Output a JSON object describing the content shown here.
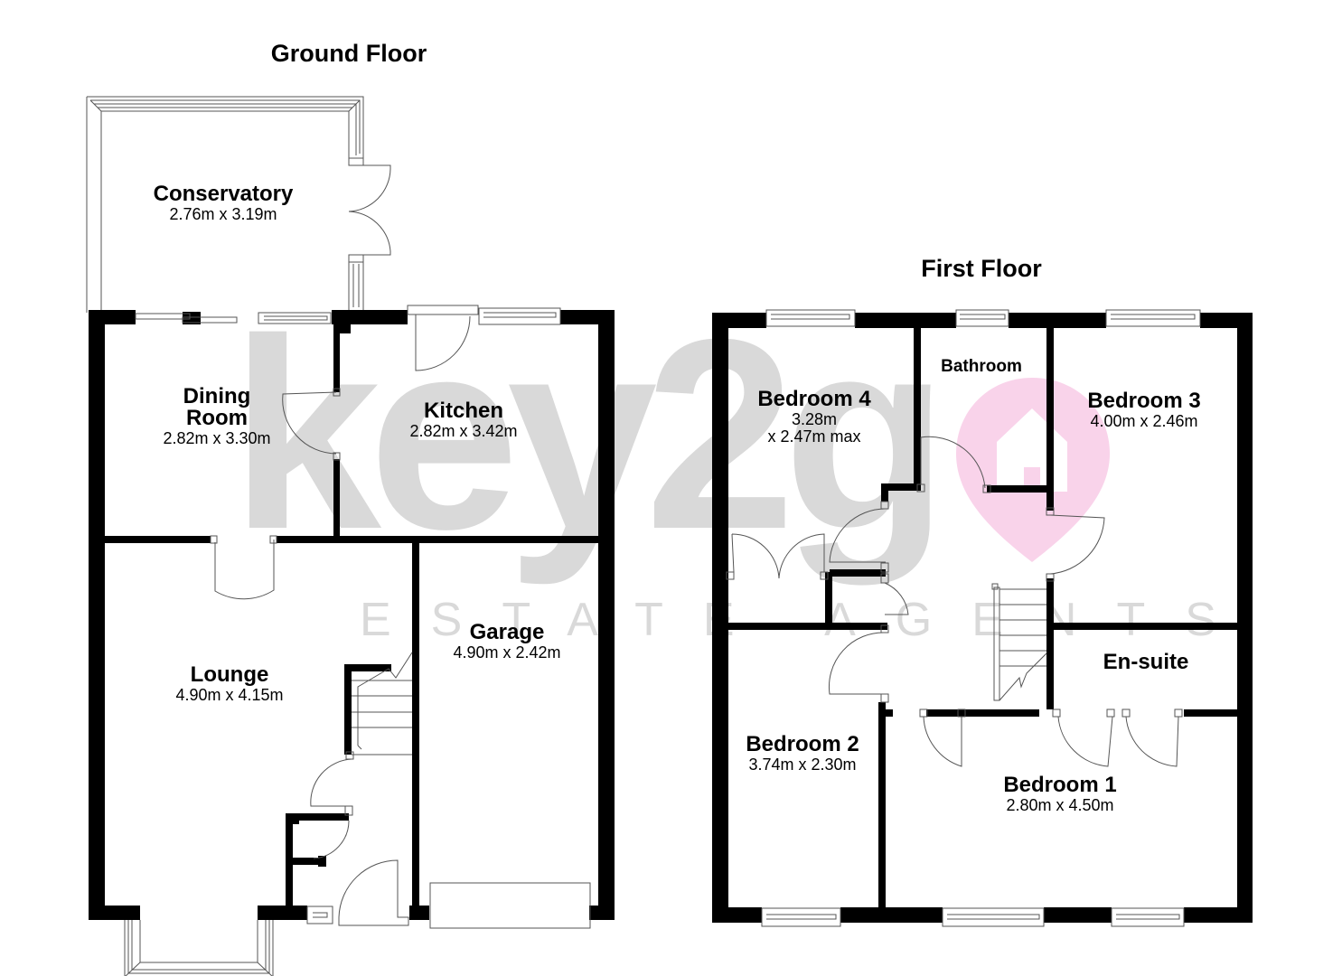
{
  "floors": [
    {
      "title": "Ground Floor",
      "rooms": [
        {
          "name": "Conservatory",
          "dimensions": "2.76m x 3.19m"
        },
        {
          "name_line1": "Dining",
          "name_line2": "Room",
          "dimensions": "2.82m x 3.30m"
        },
        {
          "name": "Kitchen",
          "dimensions": "2.82m x 3.42m"
        },
        {
          "name": "Lounge",
          "dimensions": "4.90m x 4.15m"
        },
        {
          "name": "Garage",
          "dimensions": "4.90m x 2.42m"
        }
      ]
    },
    {
      "title": "First Floor",
      "rooms": [
        {
          "name": "Bedroom 4",
          "dimensions_line1": "3.28m",
          "dimensions_line2": "x 2.47m max"
        },
        {
          "name": "Bathroom"
        },
        {
          "name": "Bedroom 3",
          "dimensions": "4.00m x 2.46m"
        },
        {
          "name": "En-suite"
        },
        {
          "name": "Bedroom 2",
          "dimensions": "3.74m x 2.30m"
        },
        {
          "name": "Bedroom 1",
          "dimensions": "2.80m x 4.50m"
        }
      ]
    }
  ],
  "watermark": {
    "brand": "key2g",
    "tagline": "ESTATE AGENTS",
    "brand_color": "#d9d9d9",
    "pin_color": "#f9d3ea",
    "pin_icon": "house-pin-icon"
  },
  "colors": {
    "wall": "#000000",
    "line": "#555555",
    "background": "#ffffff"
  }
}
